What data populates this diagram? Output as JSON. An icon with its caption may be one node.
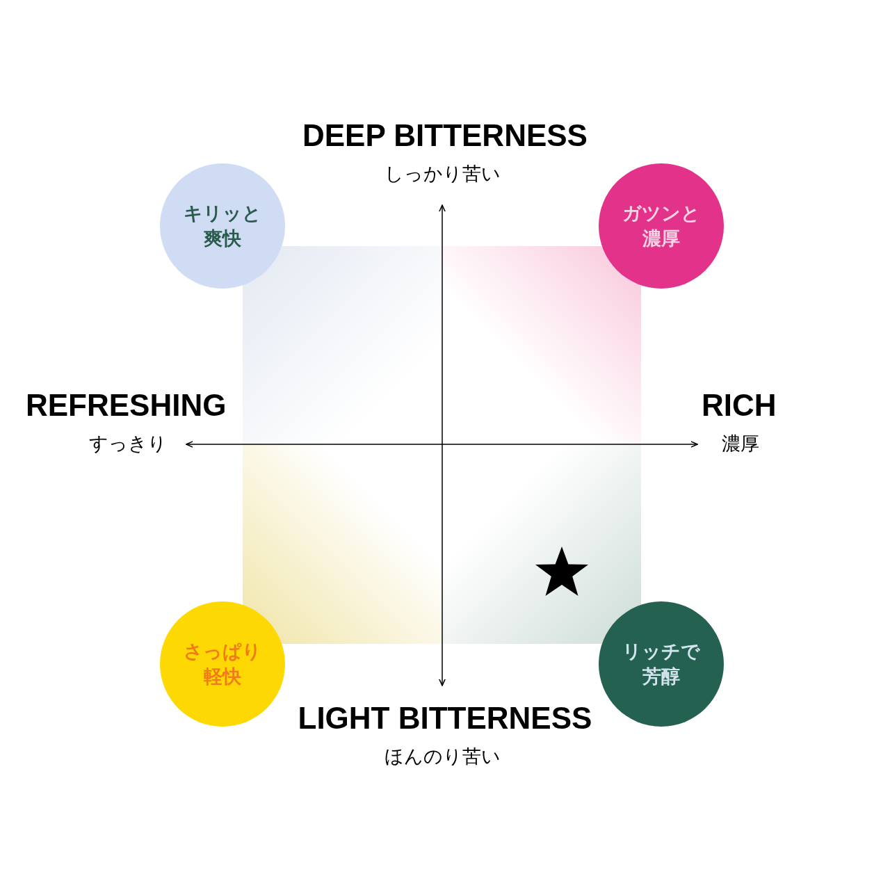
{
  "diagram": {
    "nodes": [
      {
        "text": [
          "キリッと爽快"
        ]
      },
      {
        "text": [
          "ガツンと濃厚"
        ]
      },
      {
        "text": [
          "さっぱり軽快"
        ]
      },
      {
        "text": [
          "リッチで芳醇"
        ]
      }
    ],
    "labels": [
      "DEEP BITTERNESS",
      "しっかり苦い",
      "REFRESHING",
      "すっきり",
      "RICH",
      "濃厚",
      "LIGHT BITTERNESS",
      "ほんのり苦い"
    ]
  }
}
